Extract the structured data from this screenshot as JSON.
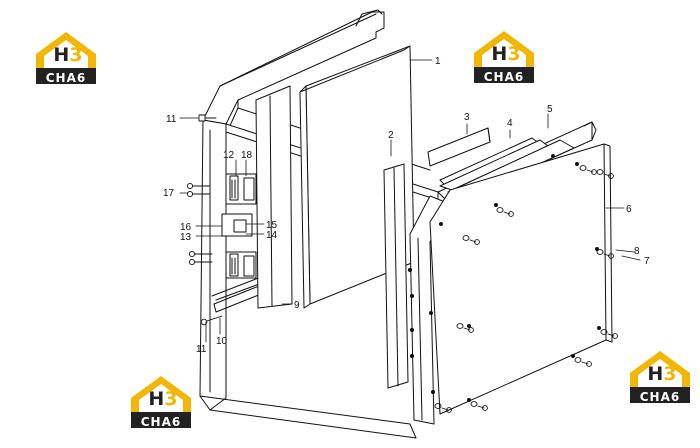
{
  "brand": {
    "logo_mark_h": "H",
    "logo_mark_3": "3",
    "logo_text": "CHA6",
    "color_gold": "#f2b705",
    "color_dark": "#222222"
  },
  "callouts": {
    "c1": "1",
    "c2": "2",
    "c3": "3",
    "c4": "4",
    "c5": "5",
    "c6": "6",
    "c7": "7",
    "c8": "8",
    "c9": "9",
    "c10": "10",
    "c11_top": "11",
    "c11_bottom": "11",
    "c12": "12",
    "c13": "13",
    "c14": "14",
    "c15": "15",
    "c16": "16",
    "c17": "17",
    "c18": "18"
  }
}
